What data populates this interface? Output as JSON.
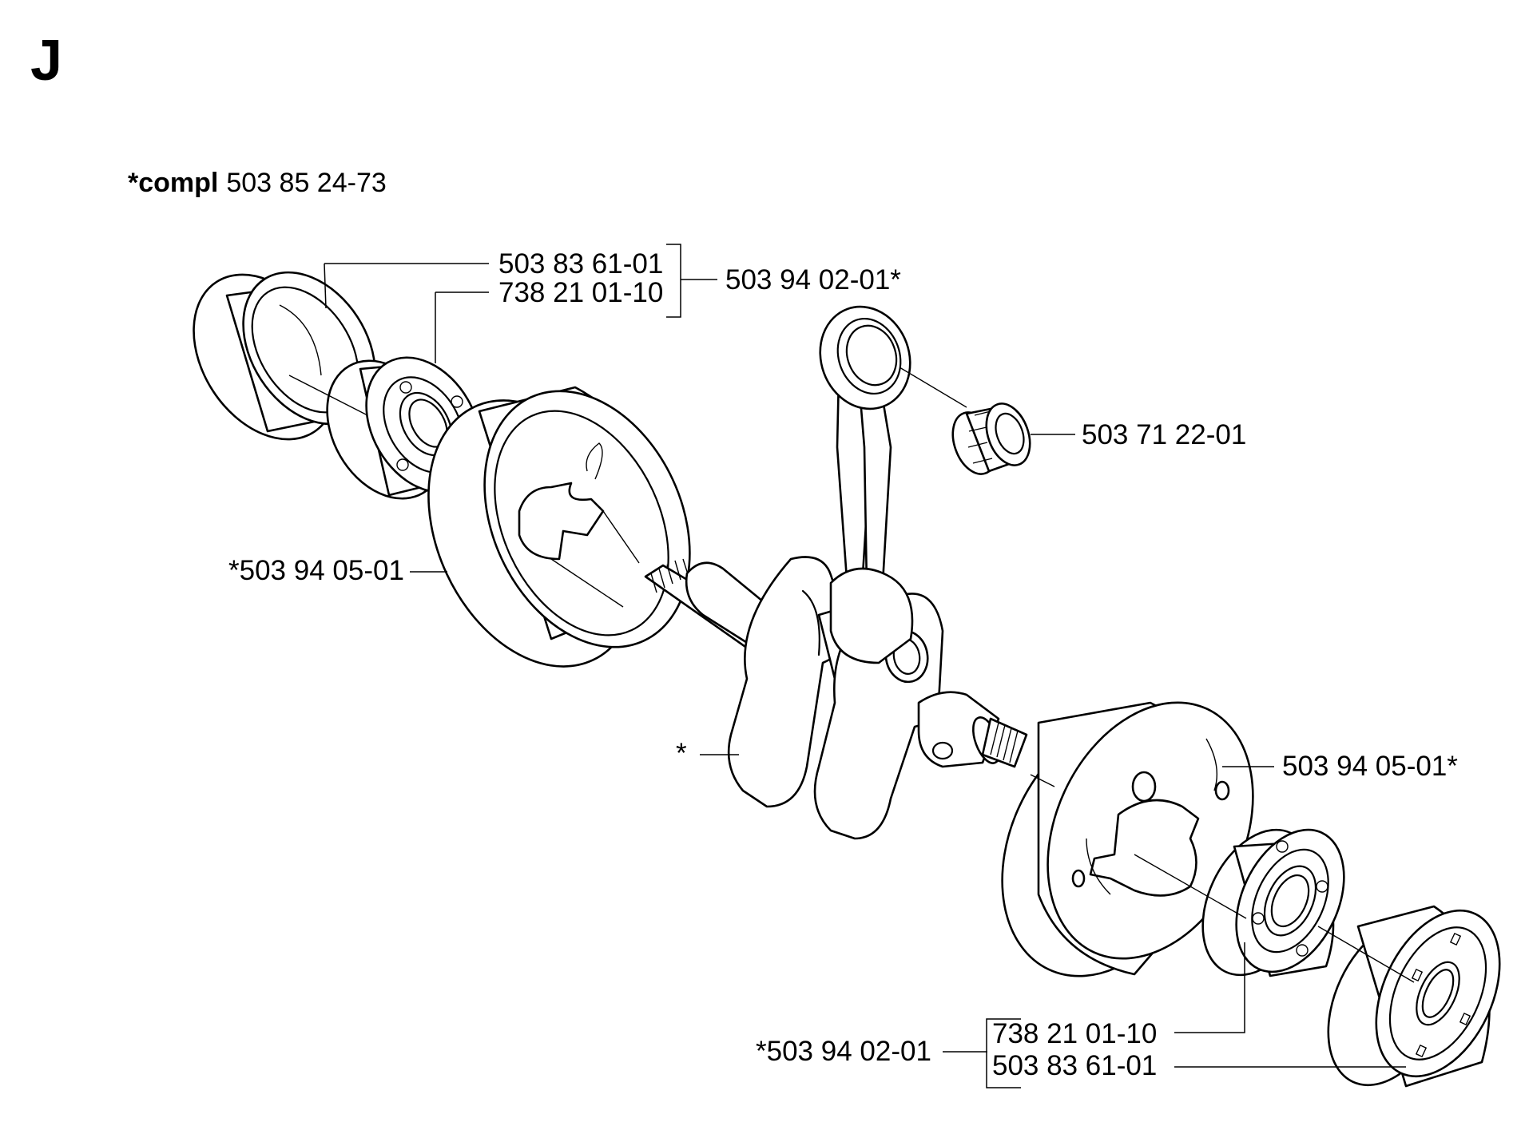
{
  "section_letter": "J",
  "assembly": {
    "prefix": "*compl",
    "number": "503 85 24-73"
  },
  "labels": {
    "bearing_sleeve_top": "503 83 61-01",
    "ball_bearing_top": "738 21 01-10",
    "bearing_kit_top": "503 94 02-01*",
    "needle_bearing": "503 71 22-01",
    "crank_half_left": "*503 94 05-01",
    "crankshaft": "*",
    "crank_half_right": "503 94 05-01*",
    "bearing_kit_bottom": "*503 94 02-01",
    "ball_bearing_bottom": "738 21 01-10",
    "bearing_sleeve_bottom": "503 83 61-01"
  }
}
